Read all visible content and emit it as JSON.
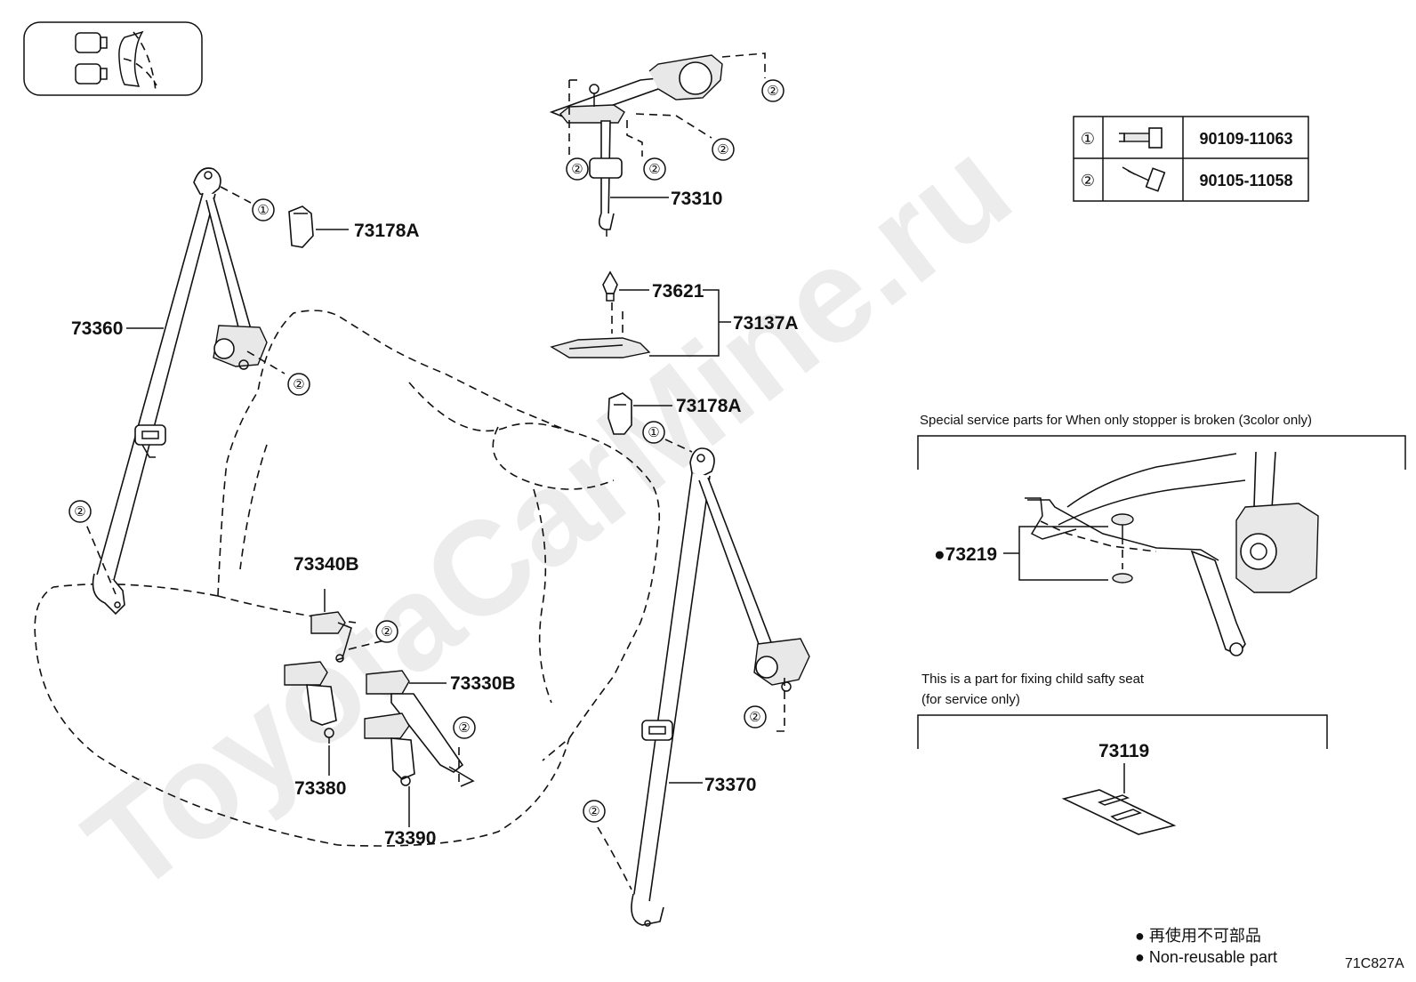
{
  "parts": {
    "p73178a_top": "73178A",
    "p73360": "73360",
    "p73310": "73310",
    "p73621": "73621",
    "p73137a": "73137A",
    "p73178a_mid": "73178A",
    "p73340b": "73340B",
    "p73330b": "73330B",
    "p73380": "73380",
    "p73390": "73390",
    "p73370": "73370",
    "p73219": "●73219",
    "p73119": "73119"
  },
  "bolt_table": {
    "rows": [
      {
        "ref": "①",
        "part": "90109-11063"
      },
      {
        "ref": "②",
        "part": "90105-11058"
      }
    ]
  },
  "callouts": {
    "one": "①",
    "two": "②"
  },
  "captions": {
    "stopper": "Special service parts for When only stopper is broken (3color only)",
    "child_line1": "This is a part for fixing child safty seat",
    "child_line2": "(for service only)"
  },
  "legend": {
    "jp": "● 再使用不可部品",
    "en": "● Non-reusable part"
  },
  "figure_code": "71C827A",
  "watermark": "ToyotaCarMine.ru"
}
